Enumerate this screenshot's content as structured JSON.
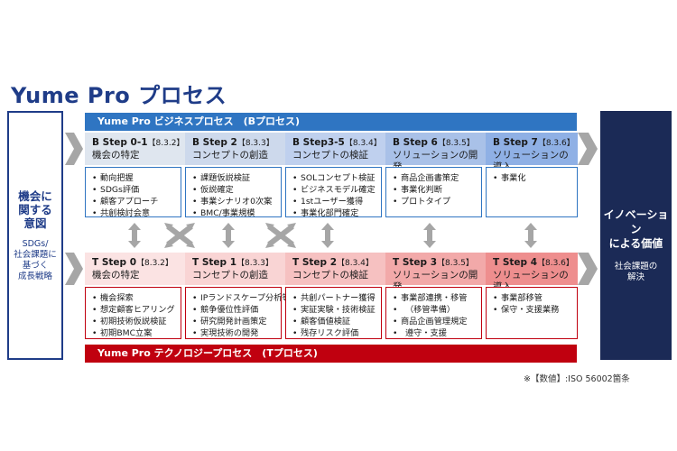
{
  "title": "Yume Pro プロセス",
  "left_box": {
    "main": [
      "機会に",
      "関する",
      "意図"
    ],
    "sub": [
      "SDGs/",
      "社会課題に",
      "基づく",
      "成長戦略"
    ]
  },
  "right_box": {
    "main": [
      "イノベーション",
      "による価値"
    ],
    "sub": [
      "社会課題の",
      "解決"
    ]
  },
  "b_banner": "Yume Pro ビジネスプロセス　(Bプロセス)",
  "t_banner": "Yume Pro テクノロジープロセス　(Tプロセス)",
  "b_steps": [
    {
      "label": "B Step 0-1",
      "ref": "【8.3.2】",
      "name": "機会の特定",
      "items": [
        "動向把握",
        "SDGs評価",
        "顧客アプローチ",
        "共創検討会意"
      ]
    },
    {
      "label": "B Step 2",
      "ref": "【8.3.3】",
      "name": "コンセプトの創造",
      "items": [
        "課題仮説検証",
        "仮説確定",
        "事業シナリオ0次案",
        "BMC/事業規模"
      ]
    },
    {
      "label": "B Step3-5",
      "ref": "【8.3.4】",
      "name": "コンセプトの検証",
      "items": [
        "SOLコンセプト検証",
        "ビジネスモデル確定",
        "1stユーザー獲得",
        "事業化部門確定"
      ]
    },
    {
      "label": "B Step 6",
      "ref": "【8.3.5】",
      "name": "ソリューションの開発",
      "items": [
        "商品企画書策定",
        "事業化判断",
        "プロトタイプ"
      ]
    },
    {
      "label": "B Step 7",
      "ref": "【8.3.6】",
      "name": "ソリューションの導入",
      "items": [
        "事業化"
      ]
    }
  ],
  "t_steps": [
    {
      "label": "T Step 0",
      "ref": "【8.3.2】",
      "name": "機会の特定",
      "items": [
        "機会探索",
        "想定顧客ヒアリング",
        "初期技術仮説検証",
        "初期BMC立案"
      ]
    },
    {
      "label": "T Step 1",
      "ref": "【8.3.3】",
      "name": "コンセプトの創造",
      "items": [
        "IPランドスケープ分析等",
        "競争優位性評価",
        "研究開発計画策定",
        "実現技術の開発"
      ]
    },
    {
      "label": "T Step 2",
      "ref": "【8.3.4】",
      "name": "コンセプトの検証",
      "items": [
        "共創パートナー獲得",
        "実証実験・技術検証",
        "顧客価値検証",
        "残存リスク評価"
      ]
    },
    {
      "label": "T Step 3",
      "ref": "【8.3.5】",
      "name": "ソリューションの開発",
      "items": [
        "事業部連携・移管",
        "（移管準備）",
        "商品企画管理規定",
        "遵守・支援"
      ]
    },
    {
      "label": "T Step 4",
      "ref": "【8.3.6】",
      "name": "ソリューションの導入",
      "items": [
        "事業部移管",
        "保守・支援業務"
      ]
    }
  ],
  "note": "※【数値】:ISO 56002箇条",
  "colors": {
    "navy": "#1f3c88",
    "b_blue": "#2f75c2",
    "t_red": "#c0000f",
    "value_navy": "#1b2a56",
    "arrow_gray": "#a6a6a6"
  }
}
